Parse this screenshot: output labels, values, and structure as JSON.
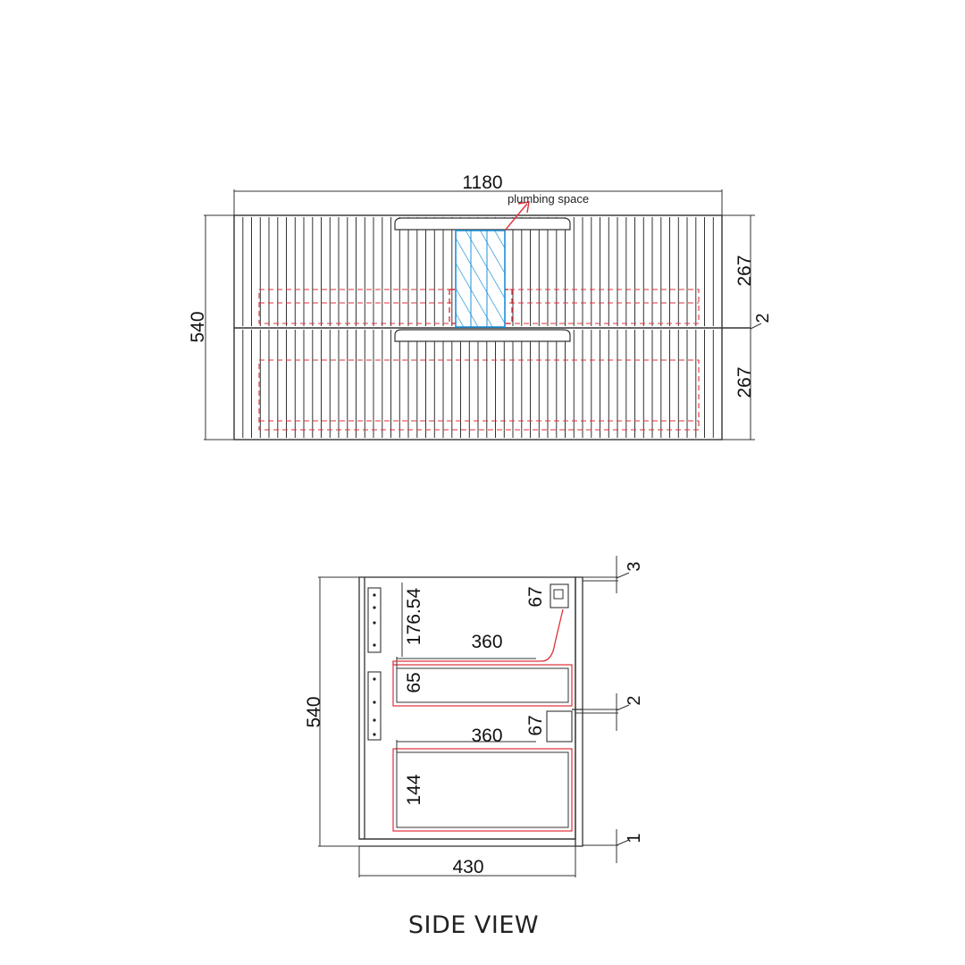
{
  "front_view": {
    "width_label": "1180",
    "height_label": "540",
    "upper_drawer_label": "267",
    "lower_drawer_label": "267",
    "gap_label": "2",
    "plumbing_label": "plumbing space"
  },
  "side_view": {
    "height_label": "540",
    "depth_label": "430",
    "upper_drawer_depth_label": "360",
    "lower_drawer_depth_label": "360",
    "upper_drawer_height_label": "65",
    "lower_drawer_height_label": "144",
    "top_offset_label": "176.54",
    "upper_runner_label": "67",
    "lower_runner_label": "67",
    "top_gap_label": "3",
    "mid_gap_label": "2",
    "bottom_gap_label": "1",
    "caption": "SIDE VIEW"
  },
  "colors": {
    "line": "#333333",
    "hidden": "#e0303a",
    "plumbing": "#1e90d8"
  }
}
